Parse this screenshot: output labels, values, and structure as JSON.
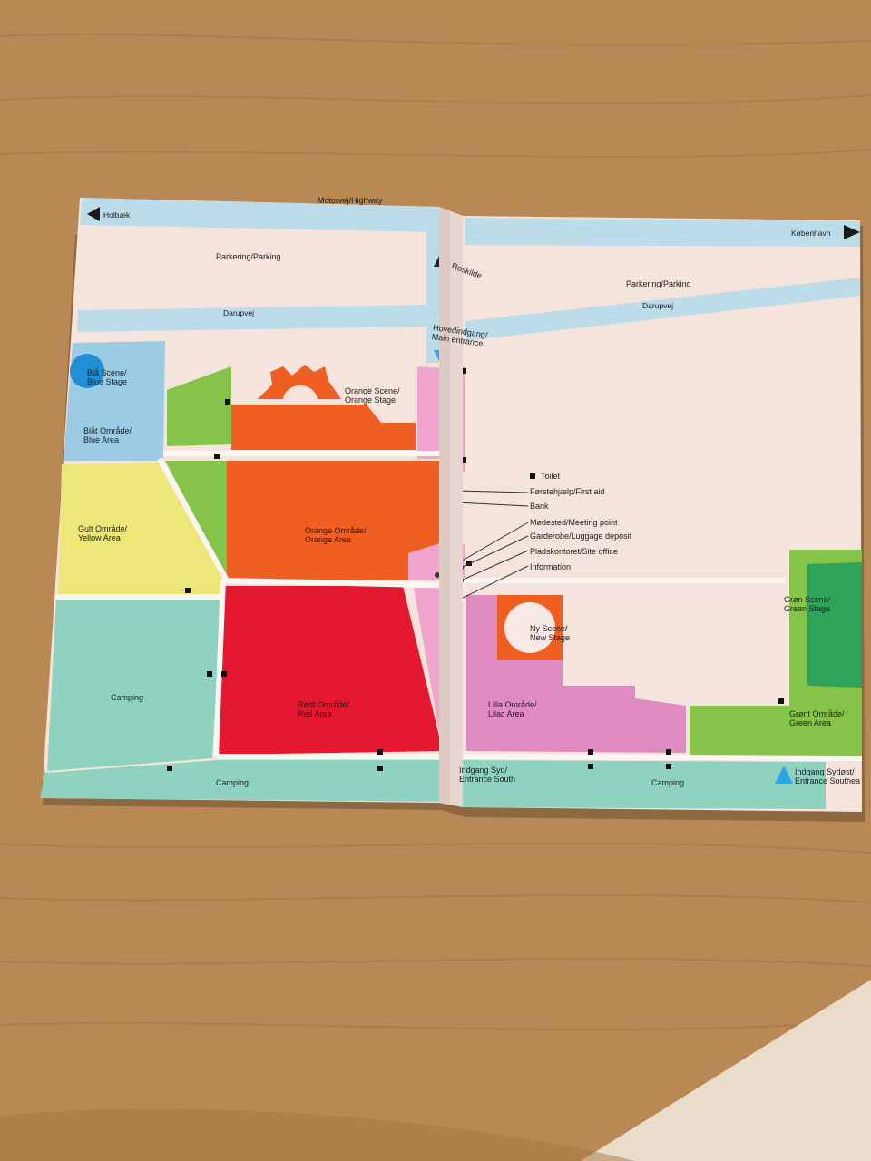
{
  "map": {
    "highway": "Motorvej/Highway",
    "dir_left": "Holbæk",
    "dir_right": "København",
    "parking_left": "Parkering/Parking",
    "parking_right": "Parkering/Parking",
    "road_left": "Darupvej",
    "road_right": "Darupvej",
    "roskilde": "Roskilde",
    "main_entrance": "Hovedindgang/\nMain entrance",
    "blue_stage": "Blå Scene/\nBlue Stage",
    "blue_area": "Blåt Område/\nBlue Area",
    "orange_stage": "Orange Scene/\nOrange Stage",
    "orange_area": "Orange Område/\nOrange Area",
    "yellow_area": "Gult Område/\nYellow Area",
    "red_area": "Rødt Område/\nRed Area",
    "lilac_area": "Lilla Område/\nLilac Area",
    "new_stage": "Ny Scene/\nNew Stage",
    "green_stage": "Grøn Scene/\nGreen Stage",
    "green_area": "Grønt Område/\nGreen Area",
    "camping_left": "Camping",
    "camping_bottom_left": "Camping",
    "camping_bottom_right": "Camping",
    "entrance_south": "Indgang Syd/\nEntrance South",
    "entrance_southeast": "Indgang Sydøst/\nEntrance Southea"
  },
  "legend": {
    "toilet": "Toilet",
    "first_aid": "Førstehjælp/First aid",
    "bank": "Bank",
    "meeting_point": "Mødested/Meeting point",
    "luggage": "Garderobe/Luggage deposit",
    "site_office": "Pladskontoret/Site office",
    "information": "Information"
  },
  "colors": {
    "highway": "#bcdcea",
    "paper": "#f4e4dc",
    "blue": "#9ccbe6",
    "blue_stage": "#1f8fd6",
    "green": "#86c349",
    "green_stage": "#2fa35a",
    "orange": "#ee5f21",
    "yellow": "#ede77a",
    "red": "#e4182e",
    "pink": "#f0a6cc",
    "lilac": "#df8ac0",
    "camping": "#8fd2bf",
    "entrance_marker": "#2aa6e6"
  }
}
